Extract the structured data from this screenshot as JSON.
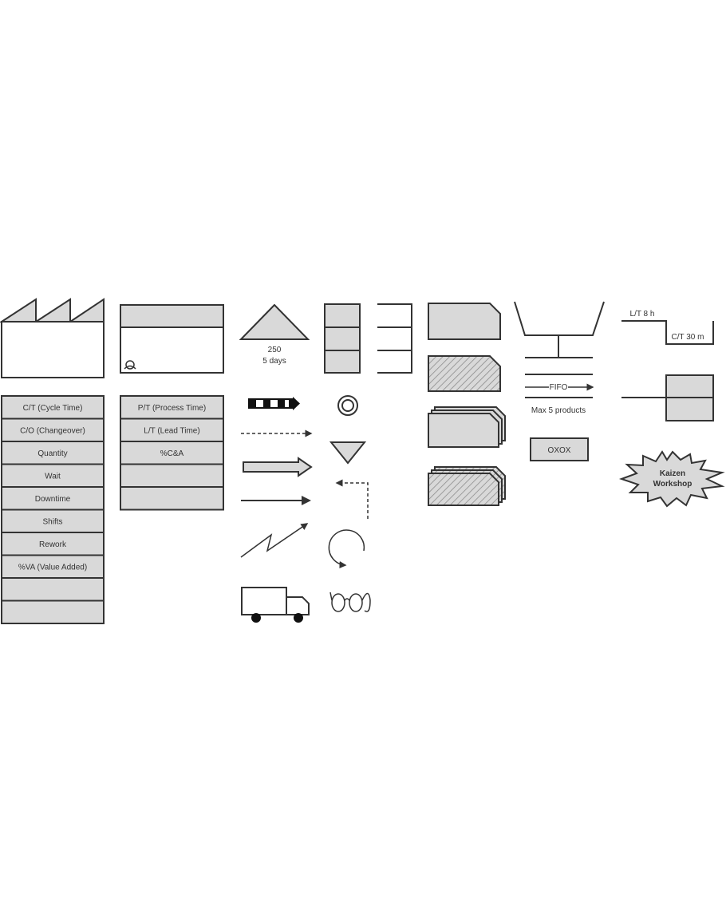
{
  "title": "Value Stream Mapping Symbols",
  "inventory": {
    "qty": "250",
    "days": "5 days"
  },
  "process_data_box": [
    "C/T (Cycle Time)",
    "C/O (Changeover)",
    "Quantity",
    "Wait",
    "Downtime",
    "Shifts",
    "Rework",
    "%VA (Value Added)",
    "",
    ""
  ],
  "lead_time_box": [
    "P/T (Process Time)",
    "L/T (Lead Time)",
    "%C&A",
    "",
    ""
  ],
  "fifo": {
    "label": "FIFO",
    "caption": "Max 5 products"
  },
  "load_leveling": {
    "label": "OXOX"
  },
  "timeline": {
    "lead_time": "L/T 8 h",
    "cycle_time": "C/T 30 m"
  },
  "kaizen": {
    "line1": "Kaizen",
    "line2": "Workshop"
  },
  "colors": {
    "fill": "#d9d9d9",
    "stroke": "#333333"
  }
}
